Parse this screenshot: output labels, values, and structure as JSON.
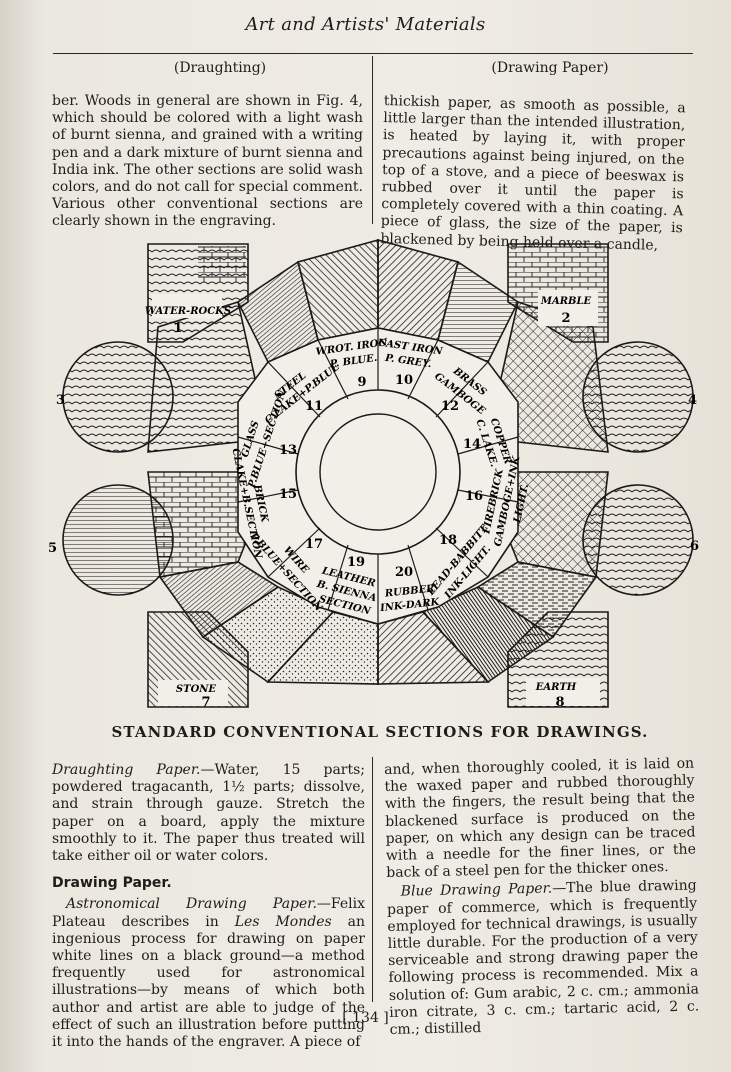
{
  "header": {
    "title": "Art and Artists' Materials"
  },
  "columns": {
    "left": "(Draughting)",
    "right": "(Drawing Paper)"
  },
  "top_left": "ber. Woods in general are shown in Fig. 4, which should be colored with a light wash of burnt sienna, and grained with a writing pen and a dark mixture of burnt sienna and India ink. The other sections are solid wash colors, and do not call for special comment. Various other conventional sections are clearly shown in the engraving.",
  "top_right": "thickish paper, as smooth as possible, a little larger than the intended illustration, is heated by laying it, with proper precautions against being injured, on the top of a stove, and a piece of beeswax is rubbed over it until the paper is completely covered with a thin coating. A piece of glass, the size of the paper, is blackened by being held over a candle,",
  "figure": {
    "caption": "STANDARD CONVENTIONAL SECTIONS FOR DRAWINGS.",
    "labels": {
      "water_rocks": "WATER-ROCKS",
      "n1": "1",
      "marble": "MARBLE",
      "n2": "2",
      "n3": "3",
      "n4": "4",
      "n5": "5",
      "n6": "6",
      "stone": "STONE",
      "n7": "7",
      "earth": "EARTH",
      "n8": "8",
      "s9": "WROT. IRON",
      "s9b": "P. BLUE.",
      "n9": "9",
      "s10": "CAST IRON",
      "s10b": "P. GREY.",
      "n10": "10",
      "s11": "STEEL",
      "s11b": "C.LAKE+P.BLUE",
      "n11": "11",
      "s12": "BRASS",
      "s12b": "GAMBOGE",
      "n12": "12",
      "s13": "GLASS",
      "s13b": "P.BLUE+SECTION",
      "n13": "13",
      "s14": "COPPER",
      "s14b": "C. LAKE.",
      "n14": "14",
      "s15": "BRICK",
      "s15b": "CLAKE+B.SECTION",
      "n15": "15",
      "s16": "FIREBRICK",
      "s16b": "GAMBOGE+INK",
      "s16c": "LIGHT.",
      "n16": "16",
      "s17": "WIRE",
      "s17b": "P.BLUE+SECTION",
      "n17": "17",
      "s18": "LEAD-BABBITT",
      "s18b": "INK-LIGHT.",
      "n18": "18",
      "s19": "LEATHER",
      "s19b": "B. SIENNA",
      "s19c": "SECTION",
      "n19": "19",
      "s20": "RUBBER",
      "s20b": "INK-DARK",
      "n20": "20"
    }
  },
  "bottom_left": {
    "p1_lead": "Draughting Paper.",
    "p1_body": "—Water, 15 parts; powdered tragacanth, 1½ parts; dissolve, and strain through gauze. Stretch the paper on a board, apply the mixture smoothly to it. The paper thus treated will take either oil or water colors.",
    "subhead": "Drawing Paper.",
    "p2_lead": "Astronomical Drawing Paper.",
    "p2_body_a": "—Felix Plateau describes in ",
    "p2_italic": "Les Mondes",
    "p2_body_b": " an ingenious process for drawing on paper white lines on a black ground—a method frequently used for astronomical illustrations—by means of which both author and artist are able to judge of the effect of such an illustration before putting it into the hands of the engraver. A piece of"
  },
  "bottom_right": {
    "p1": "and, when thoroughly cooled, it is laid on the waxed paper and rubbed thoroughly with the fingers, the result being that the blackened surface is produced on the paper, on which any design can be traced with a needle for the finer lines, or the back of a steel pen for the thicker ones.",
    "p2_lead": "Blue Drawing Paper.",
    "p2_body": "—The blue drawing paper of commerce, which is frequently employed for technical drawings, is usually little durable. For the production of a very serviceable and strong drawing paper the following process is recommended. Mix a solution of: Gum arabic, 2 c. cm.; ammonia iron citrate, 3 c. cm.; tartaric acid, 2 c. cm.; distilled"
  },
  "footer": {
    "page_number": "[ 134 ]"
  }
}
